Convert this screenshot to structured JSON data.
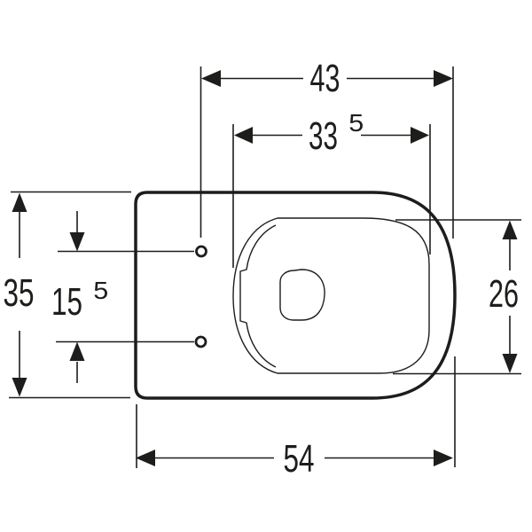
{
  "colors": {
    "line": "#1d1d1b",
    "background": "#ffffff"
  },
  "dims": {
    "dim_43": {
      "value": "43"
    },
    "dim_33_5": {
      "main": "33",
      "sup": "5"
    },
    "dim_35": {
      "value": "35"
    },
    "dim_15_5": {
      "main": "15",
      "sup": "5"
    },
    "dim_26": {
      "value": "26"
    },
    "dim_54": {
      "value": "54"
    }
  }
}
